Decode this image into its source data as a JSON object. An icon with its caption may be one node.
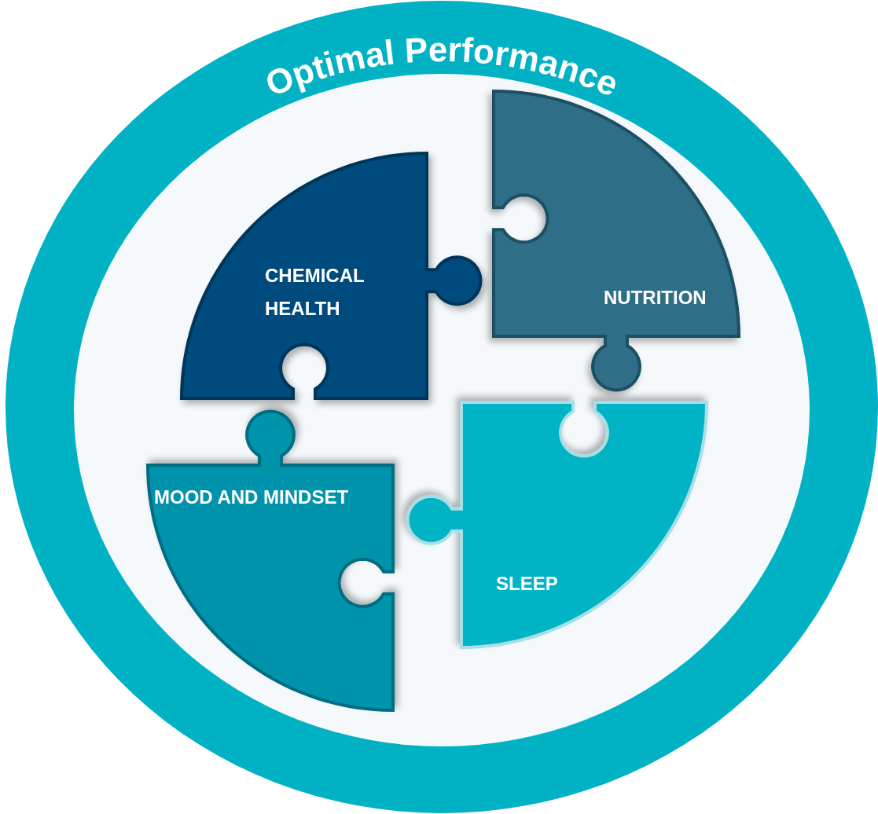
{
  "diagram": {
    "nodes": [
      {
        "text": [
          "Optimal Performance"
        ]
      },
      {
        "text": [
          "CHEMICAL HEALTH"
        ],
        "in": 0
      },
      {
        "text": [
          "NUTRITION"
        ],
        "in": 0
      },
      {
        "text": [
          "MOOD AND MINDSET"
        ],
        "in": 0
      },
      {
        "text": [
          "SLEEP"
        ],
        "in": 0
      }
    ],
    "edges": []
  }
}
